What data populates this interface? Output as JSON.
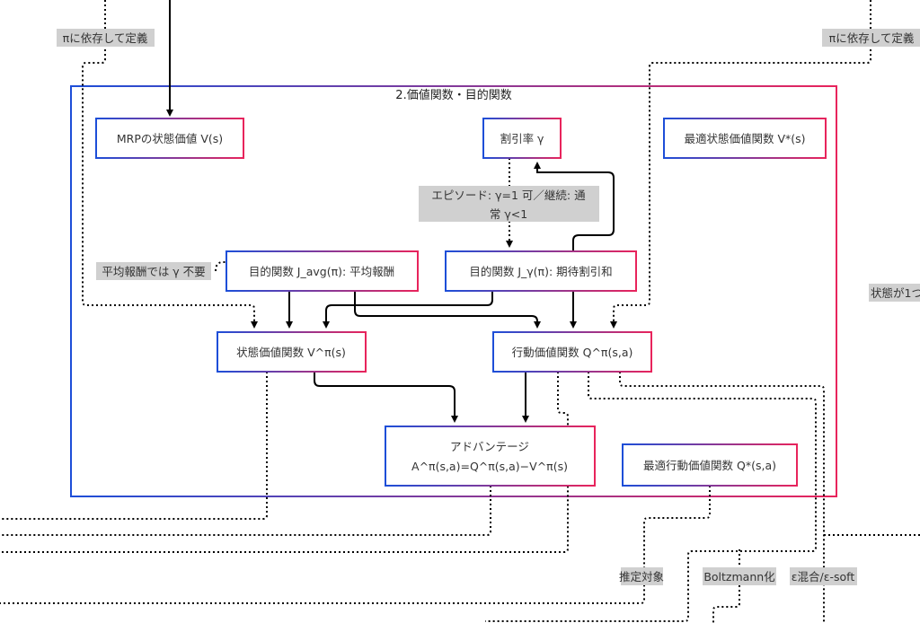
{
  "cluster": {
    "title": "2.価値関数・目的関数"
  },
  "nodes": {
    "mrp": "MRPの状態価値 V(s)",
    "gamma": "割引率 γ",
    "vstar": "最適状態価値関数 V*(s)",
    "javg": "目的関数 J_avg(π): 平均報酬",
    "jgamma": "目的関数 J_γ(π): 期待割引和",
    "vpi": "状態価値関数 V^π(s)",
    "qpi": "行動価値関数 Q^π(s,a)",
    "adv_line1": "アドバンテージ",
    "adv_line2": "A^π(s,a)=Q^π(s,a)−V^π(s)",
    "qstar": "最適行動価値関数 Q*(s,a)"
  },
  "edge_labels": {
    "pi_dep_left": "πに依存して定義",
    "pi_dep_right": "πに依存して定義",
    "episode_line1": "エピソード: γ=1 可／継続: 通",
    "episode_line2": "常 γ<1",
    "avg_no_gamma": "平均報酬では γ 不要",
    "single_state": "状態が1つ",
    "estimate_target": "推定対象",
    "boltzmann": "Boltzmann化",
    "eps_mix": "ε混合/ε-soft"
  },
  "colors": {
    "gradient_start": "#1d4ed8",
    "gradient_end": "#e8245c",
    "label_bg": "#d0d0d0"
  }
}
